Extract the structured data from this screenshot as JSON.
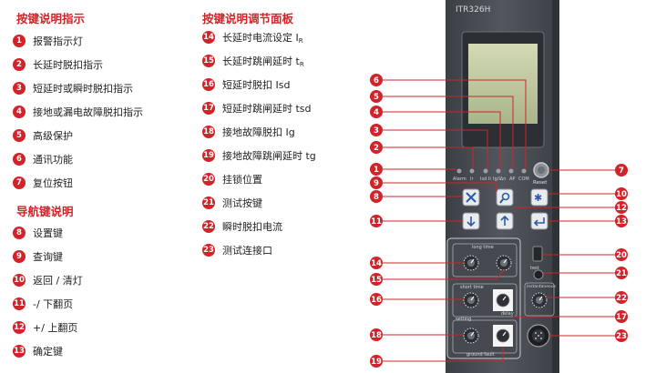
{
  "indicators": {
    "title": "按键说明指示",
    "items": [
      {
        "num": "1",
        "label": "报警指示灯"
      },
      {
        "num": "2",
        "label": "长延时脱扣指示"
      },
      {
        "num": "3",
        "label": "短延时或瞬时脱扣指示"
      },
      {
        "num": "4",
        "label": "接地或漏电故障脱扣指示"
      },
      {
        "num": "5",
        "label": "高级保护"
      },
      {
        "num": "6",
        "label": "通讯功能"
      },
      {
        "num": "7",
        "label": "复位按钮"
      }
    ]
  },
  "navigation": {
    "title": "导航键说明",
    "items": [
      {
        "num": "8",
        "label": "设置键"
      },
      {
        "num": "9",
        "label": "查询键"
      },
      {
        "num": "10",
        "label": "返回 / 清灯"
      },
      {
        "num": "11",
        "label": "-/ 下翻页"
      },
      {
        "num": "12",
        "label": "+/ 上翻页"
      },
      {
        "num": "13",
        "label": "确定键"
      }
    ]
  },
  "adjust": {
    "title": "按键说明调节面板",
    "items": [
      {
        "num": "14",
        "label": "长延时电流设定 I",
        "sub": "R"
      },
      {
        "num": "15",
        "label": "长延时跳闸延时 t",
        "sub": "R"
      },
      {
        "num": "16",
        "label": "短延时脱扣 Isd"
      },
      {
        "num": "17",
        "label": "短延时跳闸延时 tsd"
      },
      {
        "num": "18",
        "label": "接地故障脱扣 Ig"
      },
      {
        "num": "19",
        "label": "接地故障跳闸延时 tg"
      },
      {
        "num": "20",
        "label": "挂锁位置"
      },
      {
        "num": "21",
        "label": "测试按键"
      },
      {
        "num": "22",
        "label": "瞬时脱扣电流"
      },
      {
        "num": "23",
        "label": "测试连接口"
      }
    ]
  },
  "device": {
    "model": "ITR326H",
    "indicator_labels": [
      "Alarm",
      "Ir",
      "Isd Ii",
      "Ig/IΔn",
      "AP",
      "COM"
    ],
    "reset_label": "Reset",
    "panel_labels": {
      "long_time": "long time",
      "short_time": "short time",
      "instantaneous": "instantaneous",
      "delay": "delay",
      "setting": "setting",
      "ground_fault": "ground fault",
      "test": "test"
    }
  },
  "callouts": {
    "left": [
      "6",
      "5",
      "4",
      "3",
      "2",
      "1",
      "9",
      "8",
      "11",
      "14",
      "15",
      "16",
      "18",
      "19"
    ],
    "right": [
      "7",
      "10",
      "12",
      "13",
      "20",
      "21",
      "22",
      "17",
      "23"
    ]
  },
  "colors": {
    "accent": "#d2232a",
    "device_body": "#4a4e53",
    "lcd": "#c7cfa8"
  }
}
